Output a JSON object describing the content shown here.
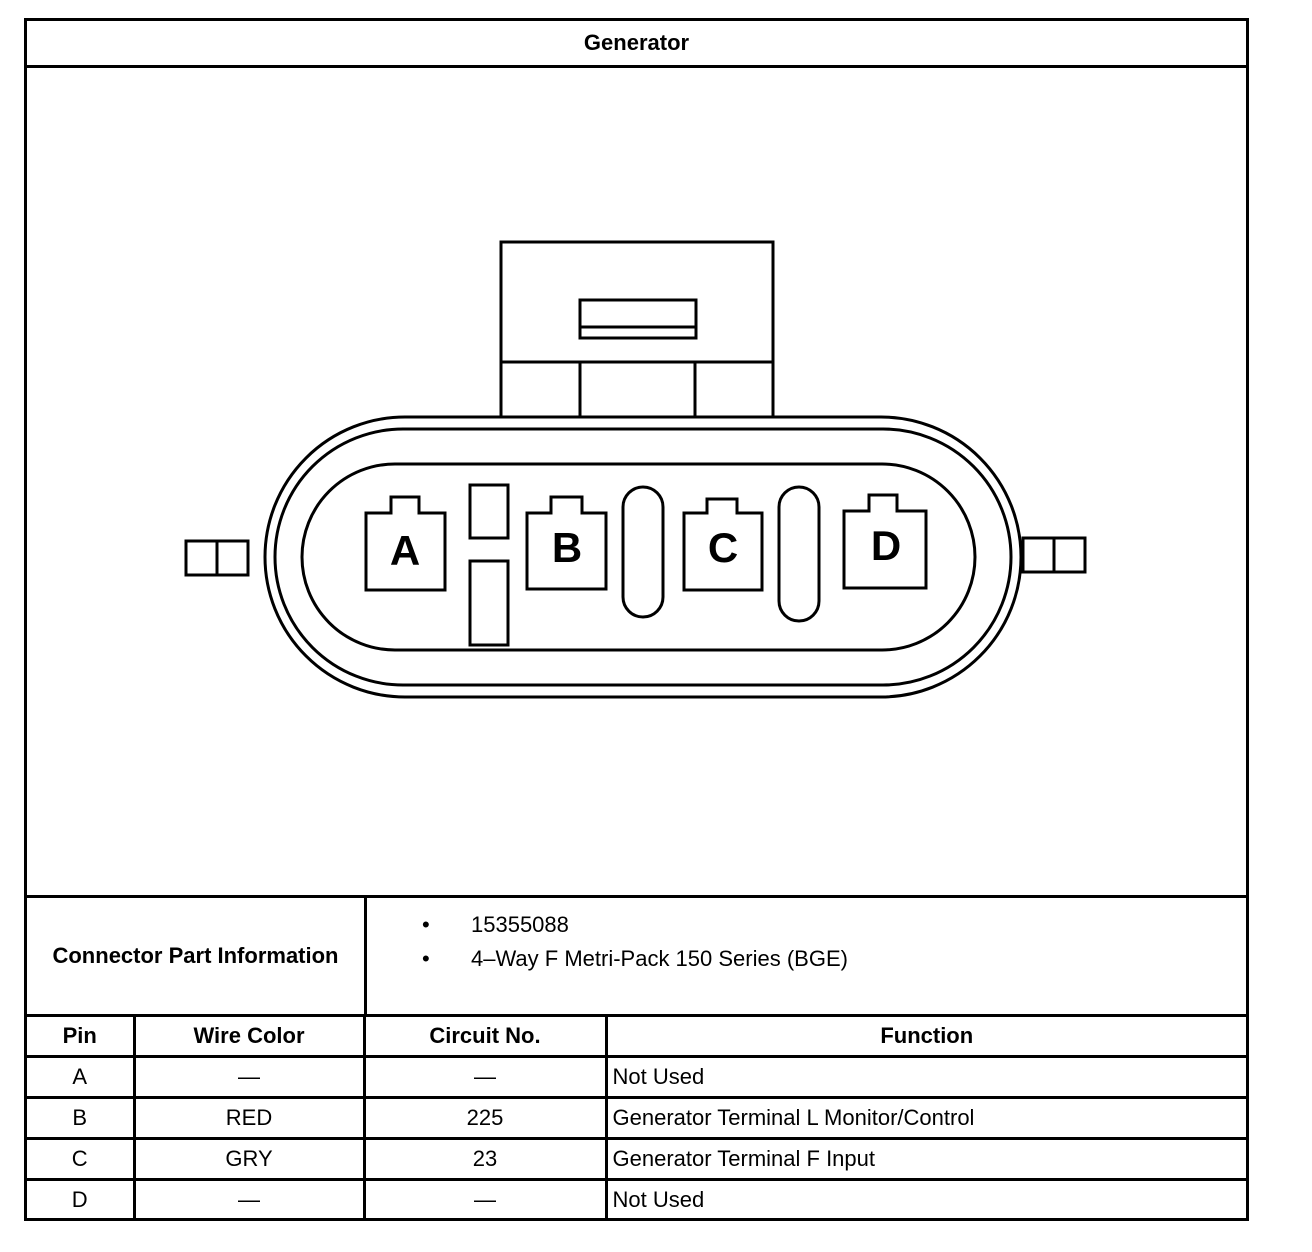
{
  "title": "Generator",
  "diagram": {
    "pin_labels": [
      "A",
      "B",
      "C",
      "D"
    ]
  },
  "connector_part_information": {
    "label": "Connector Part Information",
    "bullet": "•",
    "items": [
      "15355088",
      "4–Way F Metri-Pack 150 Series (BGE)"
    ]
  },
  "pin_table": {
    "headers": [
      "Pin",
      "Wire Color",
      "Circuit No.",
      "Function"
    ],
    "rows": [
      {
        "pin": "A",
        "wire_color": "—",
        "circuit": "—",
        "function": "Not Used"
      },
      {
        "pin": "B",
        "wire_color": "RED",
        "circuit": "225",
        "function": "Generator Terminal L Monitor/Control"
      },
      {
        "pin": "C",
        "wire_color": "GRY",
        "circuit": "23",
        "function": "Generator Terminal F Input"
      },
      {
        "pin": "D",
        "wire_color": "—",
        "circuit": "—",
        "function": "Not Used"
      }
    ]
  }
}
